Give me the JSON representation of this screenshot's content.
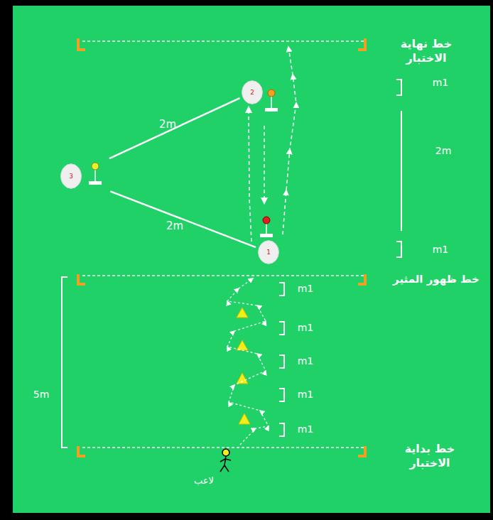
{
  "diagram": {
    "nodes": [
      {
        "text": [
          "2"
        ]
      },
      {
        "text": [
          "3"
        ]
      },
      {
        "text": [
          "1"
        ]
      }
    ],
    "edges": [
      {
        "from": 1,
        "to": 0,
        "arrow": "none",
        "label": "2m"
      },
      {
        "from": 1,
        "to": 2,
        "arrow": "none",
        "label": "2m"
      },
      {
        "from": 2,
        "to": 0,
        "arrow": "to"
      },
      {
        "from": 0,
        "to": 2,
        "arrow": "to"
      }
    ],
    "labels": [
      "خط نهاية الاختبار",
      "m1",
      "2m",
      "m1",
      "خط ظهور المثير",
      "m1",
      "m1",
      "m1",
      "m1",
      "m1",
      "5m",
      "خط بداية الاختبار",
      "لاعب"
    ]
  }
}
